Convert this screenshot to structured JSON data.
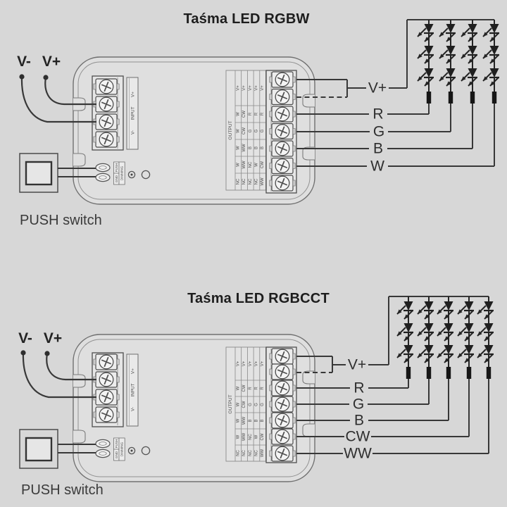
{
  "colors": {
    "background": "#d7d7d7",
    "wire": "#383838",
    "led_black": "#1f1f1f",
    "case_outline": "#707070",
    "label_text": "#2e2e2e"
  },
  "diagrams": [
    {
      "title": "Taśma LED RGBW",
      "power_labels": {
        "negative": "V-",
        "positive": "V+"
      },
      "push_switch_label": "PUSH switch",
      "input_strip": {
        "top": "V+",
        "middle": "INPUT",
        "bottom": "V-"
      },
      "dim_terminal": {
        "push": "PUSH",
        "gnd": "GND",
        "dimming": "DIMMING"
      },
      "output_table": {
        "header": "OUTPUT",
        "columns": [
          [
            "V+",
            "W",
            "W",
            "W",
            "W",
            "NC"
          ],
          [
            "V+",
            "CW",
            "CW",
            "WW",
            "WW",
            "NC"
          ],
          [
            "V+",
            "R",
            "G",
            "B",
            "NC",
            "NC"
          ],
          [
            "V+",
            "R",
            "G",
            "B",
            "W",
            "NC"
          ],
          [
            "V+",
            "R",
            "G",
            "B",
            "CW",
            "WW"
          ]
        ]
      },
      "output_wires": {
        "vplus": "V+",
        "channels": [
          "R",
          "G",
          "B",
          "W"
        ]
      },
      "led_strip": {
        "columns": 4,
        "leds_per_column": 3
      }
    },
    {
      "title": "Taśma LED RGBCCT",
      "power_labels": {
        "negative": "V-",
        "positive": "V+"
      },
      "push_switch_label": "PUSH switch",
      "input_strip": {
        "top": "V+",
        "middle": "INPUT",
        "bottom": "V-"
      },
      "dim_terminal": {
        "push": "PUSH",
        "gnd": "GND",
        "dimming": "DIMMING"
      },
      "output_table": {
        "header": "OUTPUT",
        "columns": [
          [
            "V+",
            "W",
            "W",
            "W",
            "W",
            "NC"
          ],
          [
            "V+",
            "CW",
            "CW",
            "WW",
            "WW",
            "NC"
          ],
          [
            "V+",
            "R",
            "G",
            "B",
            "NC",
            "NC"
          ],
          [
            "V+",
            "R",
            "G",
            "B",
            "W",
            "NC"
          ],
          [
            "V+",
            "R",
            "G",
            "B",
            "CW",
            "WW"
          ]
        ]
      },
      "output_wires": {
        "vplus": "V+",
        "channels": [
          "R",
          "G",
          "B",
          "CW",
          "WW"
        ]
      },
      "led_strip": {
        "columns": 5,
        "leds_per_column": 3
      }
    }
  ]
}
